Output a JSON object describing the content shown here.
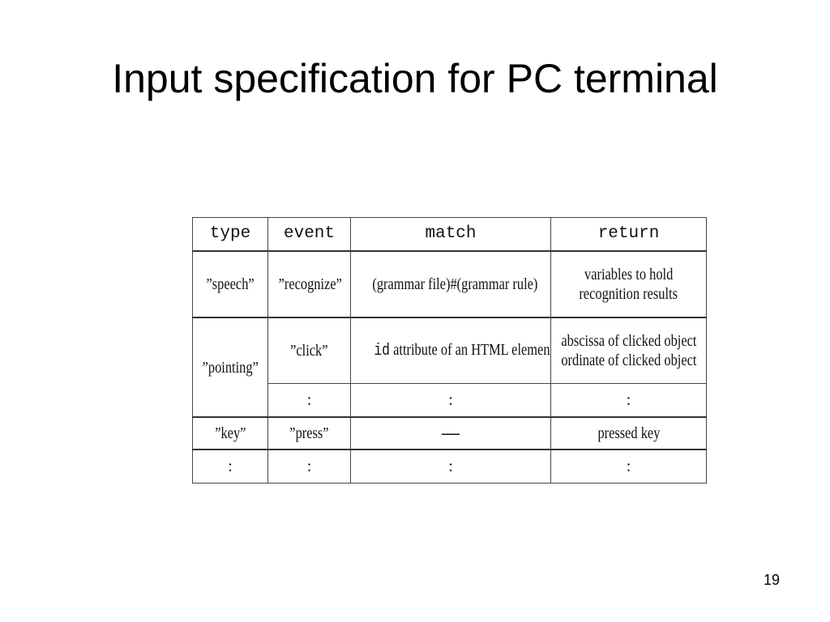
{
  "slide": {
    "title": "Input specification for PC terminal",
    "page_number": "19"
  },
  "table": {
    "headers": [
      "type",
      "event",
      "match",
      "return"
    ],
    "speech": {
      "type": "”speech”",
      "event": "”recognize”",
      "match": "(grammar file)#(grammar rule)",
      "return_line1": "variables to hold",
      "return_line2": "recognition results"
    },
    "pointing": {
      "type": "”pointing”",
      "click": {
        "event": "”click”",
        "match_code": "id",
        "match_text": " attribute of an HTML element",
        "return_line1": "abscissa of clicked object",
        "return_line2": "ordinate of clicked object"
      },
      "continuation": {
        "event": ":",
        "match": ":",
        "return": ":"
      }
    },
    "key": {
      "type": "”key”",
      "event": "”press”",
      "match": "—",
      "return": "pressed key"
    },
    "more": {
      "type": ":",
      "event": ":",
      "match": ":",
      "return": ":"
    }
  }
}
